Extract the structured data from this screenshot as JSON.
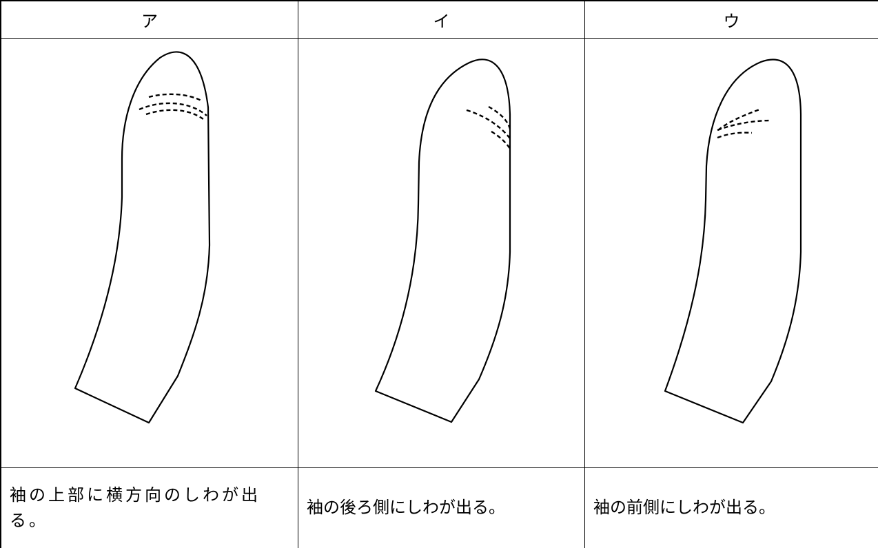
{
  "table": {
    "columns": [
      {
        "header": "ア",
        "description": "袖の上部に横方向のしわが出る。",
        "wrinkle_position": "top-horizontal"
      },
      {
        "header": "イ",
        "description": "袖の後ろ側にしわが出る。",
        "wrinkle_position": "back-side"
      },
      {
        "header": "ウ",
        "description": "袖の前側にしわが出る。",
        "wrinkle_position": "front-side"
      }
    ]
  },
  "icons": {
    "figure": "sleeve-outline-icon",
    "marks": "dashed-wrinkle-icon"
  },
  "colors": {
    "line": "#000000",
    "background": "#ffffff"
  }
}
